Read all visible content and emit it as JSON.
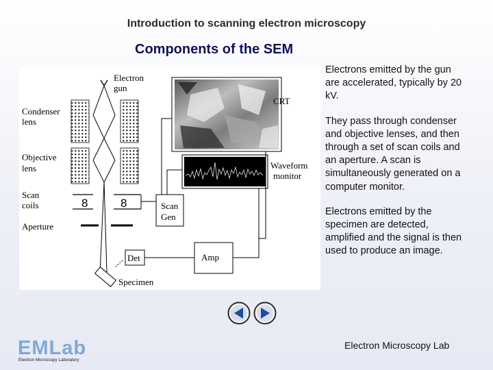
{
  "header": {
    "title": "Introduction to scanning electron microscopy"
  },
  "slide": {
    "title": "Components of the SEM"
  },
  "diagram": {
    "labels": {
      "electron": "Electron",
      "gun": "gun",
      "condenser": "Condenser",
      "condenser_lens": "lens",
      "objective": "Objective",
      "objective_lens": "lens",
      "scan": "Scan",
      "scan_coils": "coils",
      "aperture": "Aperture",
      "crt": "CRT",
      "waveform": "Waveform",
      "monitor": "monitor",
      "scan_gen_1": "Scan",
      "scan_gen_2": "Gen",
      "amp": "Amp",
      "det": "Det",
      "specimen": "Specimen"
    }
  },
  "text": {
    "paragraphs": [
      "Electrons emitted by the gun are accelerated, typically by 20 kV.",
      "They pass through condenser and objective lenses, and then through a set of scan coils and an aperture. A scan is simultaneously generated on a computer monitor.",
      "Electrons emitted by the specimen are detected, amplified and the signal is then used to produce an image."
    ]
  },
  "nav": {
    "prev_icon": "arrow-left-icon",
    "next_icon": "arrow-right-icon"
  },
  "footer": {
    "logo_mark": "EMLab",
    "logo_subtitle": "Electron Microscopy Laboratory",
    "right_text": "Electron Microscopy Lab"
  },
  "colors": {
    "title": "#11115a",
    "nav_blue": "#1b4f9c",
    "logo": "#7fa9d6"
  }
}
